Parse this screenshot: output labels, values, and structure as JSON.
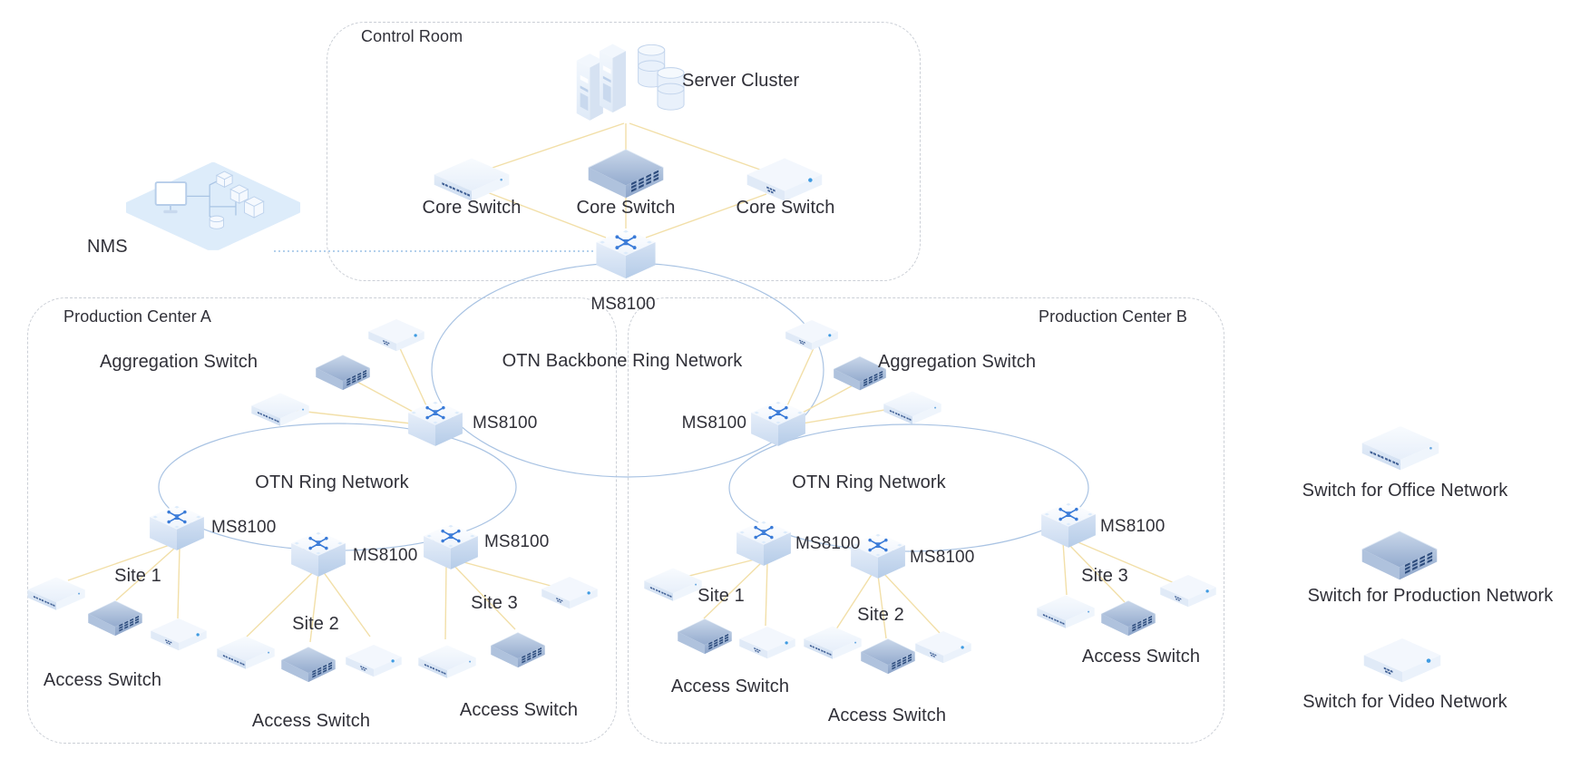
{
  "control_room": {
    "title": "Control Room",
    "server_cluster": "Server Cluster",
    "core_switch": "Core Switch",
    "ms8100": "MS8100"
  },
  "nms": {
    "label": "NMS"
  },
  "backbone": {
    "label": "OTN Backbone Ring Network"
  },
  "center_a": {
    "title": "Production Center A",
    "aggregation": "Aggregation Switch",
    "ring": "OTN Ring Network",
    "ms8100": "MS8100",
    "site1": "Site 1",
    "site2": "Site 2",
    "site3": "Site 3",
    "access": "Access Switch"
  },
  "center_b": {
    "title": "Production Center B",
    "aggregation": "Aggregation Switch",
    "ring": "OTN Ring Network",
    "ms8100": "MS8100",
    "site1": "Site 1",
    "site2": "Site 2",
    "site3": "Site 3",
    "access": "Access Switch"
  },
  "legend": {
    "office": "Switch for Office Network",
    "production": "Switch for Production Network",
    "video": "Switch for Video Network"
  },
  "colors": {
    "connection_line": "#f2dfa8",
    "ring_line": "#a9c3e3",
    "nms_dotted_line": "#9cc0e6",
    "box_border": "#cbcfd6",
    "text": "#303038",
    "device_blue": "#3a7bd8",
    "production_switch": "#9bb1d3",
    "port_navy": "#3e5e94"
  }
}
